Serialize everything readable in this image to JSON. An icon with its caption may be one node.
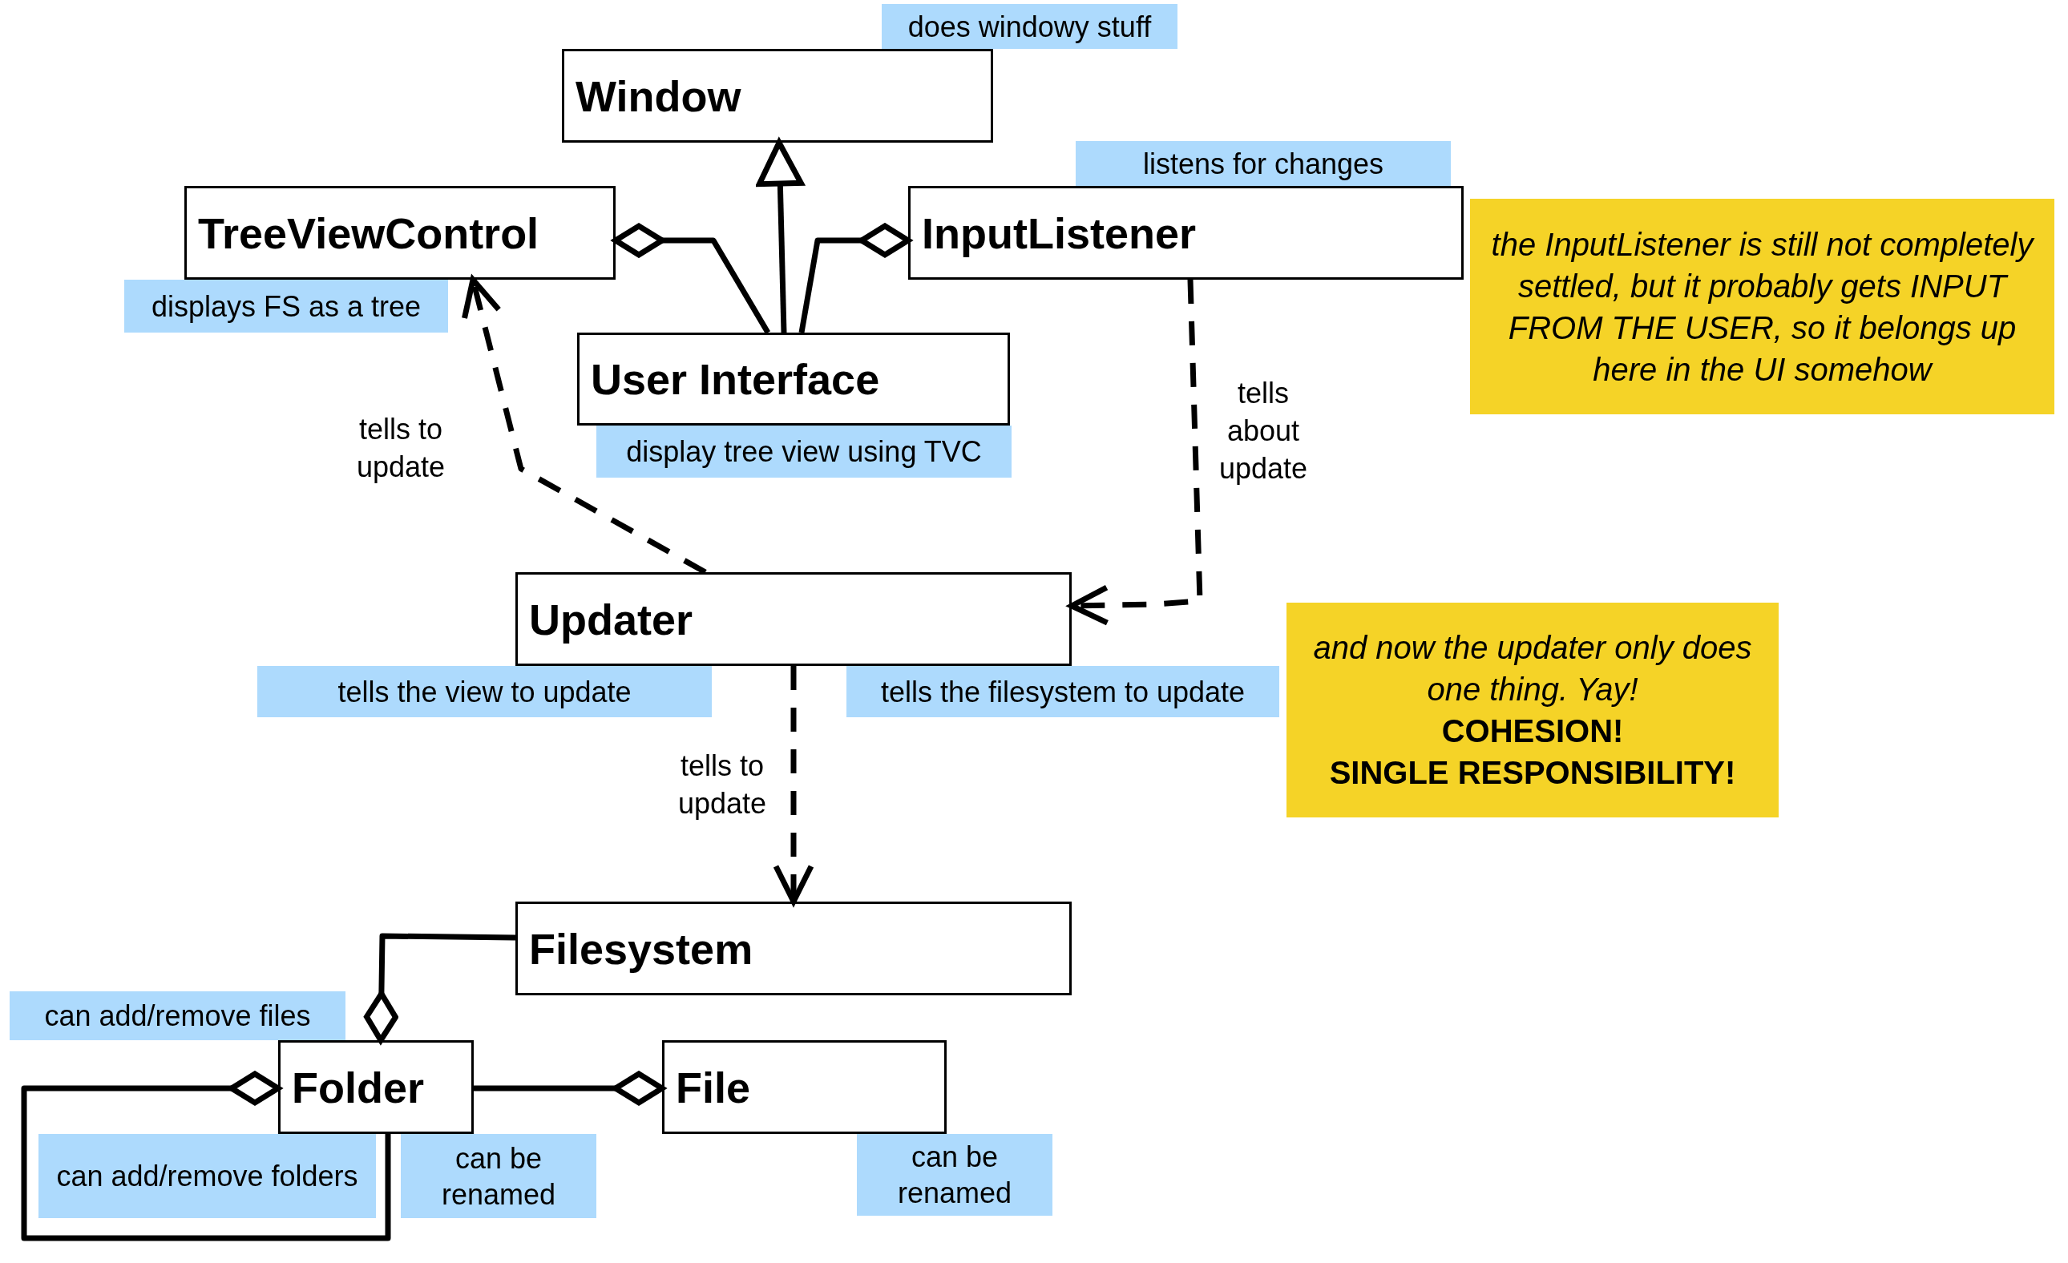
{
  "diagram": {
    "nodes": [
      {
        "text": [
          "Window"
        ]
      },
      {
        "text": [
          "does windowy stuff"
        ]
      },
      {
        "text": [
          "listens for changes"
        ]
      },
      {
        "text": [
          "TreeViewControl"
        ]
      },
      {
        "text": [
          "InputListener"
        ]
      },
      {
        "text": [
          "the InputListener is still not completely settled, but it probably gets INPUT FROM THE USER, so it belongs up here in the UI somehow"
        ]
      },
      {
        "text": [
          "displays FS as a tree"
        ]
      },
      {
        "text": [
          "User Interface"
        ]
      },
      {
        "text": [
          "display tree view using TVC"
        ]
      },
      {
        "text": [
          "Updater"
        ]
      },
      {
        "text": [
          "tells the view to update"
        ]
      },
      {
        "text": [
          "tells the filesystem to update"
        ]
      },
      {
        "text": [
          "and now the updater only does one thing. Yay!",
          "COHESION!",
          "SINGLE RESPONSIBILITY!"
        ]
      },
      {
        "text": [
          "Filesystem"
        ]
      },
      {
        "text": [
          "can add/remove files"
        ]
      },
      {
        "text": [
          "Folder"
        ]
      },
      {
        "text": [
          "File"
        ]
      },
      {
        "text": [
          "can add/remove folders"
        ]
      },
      {
        "text": [
          "can be renamed"
        ]
      },
      {
        "text": [
          "can be renamed"
        ]
      }
    ],
    "edges": [
      {
        "from": 7,
        "to": 3,
        "arrow": "other"
      },
      {
        "from": 7,
        "to": 0,
        "arrow": "to"
      },
      {
        "from": 7,
        "to": 4,
        "arrow": "other"
      },
      {
        "from": 9,
        "to": 3,
        "arrow": "to",
        "style": "dashed",
        "label": "tells to update"
      },
      {
        "from": 4,
        "to": 9,
        "arrow": "to",
        "style": "dashed",
        "label": "tells about update"
      },
      {
        "from": 9,
        "to": 13,
        "arrow": "to",
        "style": "dashed",
        "label": "tells to update"
      },
      {
        "from": 13,
        "to": 15,
        "arrow": "other"
      },
      {
        "from": 15,
        "to": 15,
        "arrow": "other"
      },
      {
        "from": 15,
        "to": 16,
        "arrow": "other"
      }
    ]
  }
}
